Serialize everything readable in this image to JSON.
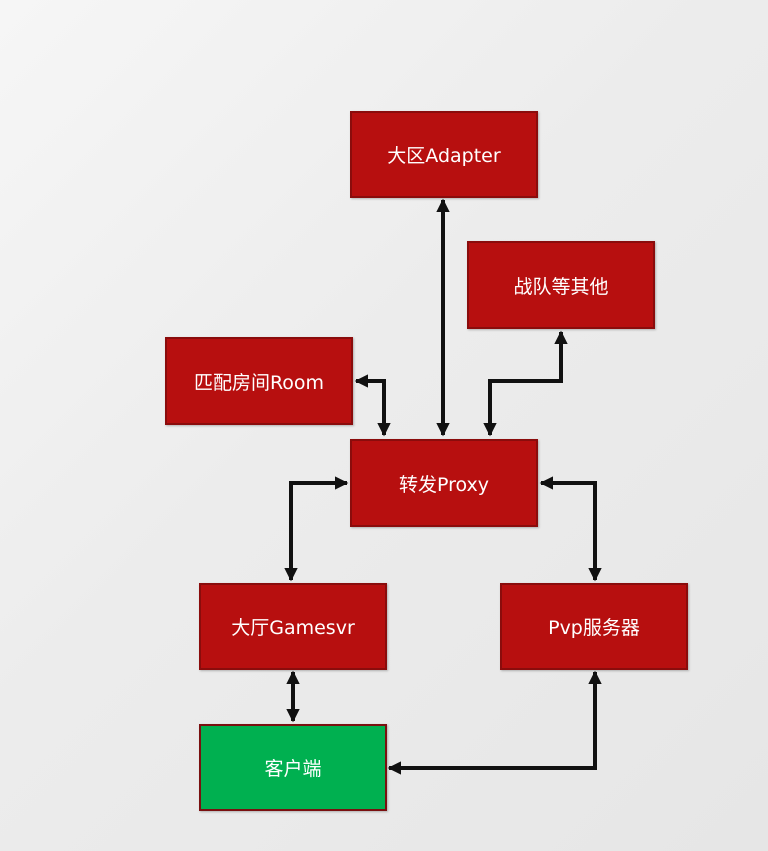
{
  "diagram": {
    "nodes": [
      {
        "id": "adapter",
        "label": "大区Adapter"
      },
      {
        "id": "team",
        "label": "战队等其他"
      },
      {
        "id": "room",
        "label": "匹配房间Room"
      },
      {
        "id": "proxy",
        "label": "转发Proxy"
      },
      {
        "id": "gamesvr",
        "label": "大厅Gamesvr"
      },
      {
        "id": "pvp",
        "label": "Pvp服务器"
      },
      {
        "id": "client",
        "label": "客户端"
      }
    ],
    "edges": [
      {
        "from": "proxy",
        "to": "adapter",
        "direction": "both"
      },
      {
        "from": "proxy",
        "to": "team",
        "direction": "both"
      },
      {
        "from": "proxy",
        "to": "room",
        "direction": "both"
      },
      {
        "from": "proxy",
        "to": "gamesvr",
        "direction": "both"
      },
      {
        "from": "proxy",
        "to": "pvp",
        "direction": "both"
      },
      {
        "from": "gamesvr",
        "to": "client",
        "direction": "both"
      },
      {
        "from": "pvp",
        "to": "client",
        "direction": "both"
      }
    ],
    "colors": {
      "node_fill": "#b70f0f",
      "client_fill": "#00b050",
      "edge": "#111111",
      "text": "#ffffff"
    }
  }
}
